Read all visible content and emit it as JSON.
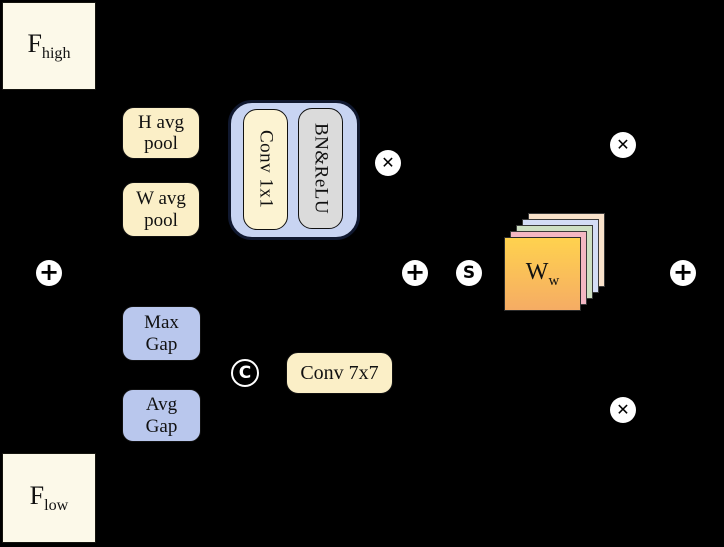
{
  "nodes": {
    "f_high": {
      "base": "F",
      "sub": "high"
    },
    "f_low": {
      "base": "F",
      "sub": "low"
    },
    "h_avg_pool": {
      "line1": "H avg",
      "line2": "pool"
    },
    "w_avg_pool": {
      "line1": "W avg",
      "line2": "pool"
    },
    "conv_1x1": {
      "label": "Conv 1x1"
    },
    "bn_relu": {
      "label": "BN&ReLU"
    },
    "max_gap": {
      "line1": "Max",
      "line2": "Gap"
    },
    "avg_gap": {
      "line1": "Avg",
      "line2": "Gap"
    },
    "conv_7x7": {
      "label": "Conv 7x7"
    },
    "weight_map": {
      "base": "W",
      "sub": "w"
    }
  },
  "operators": [
    {
      "name": "add-input",
      "symbol": "+"
    },
    {
      "name": "multiply-channel",
      "symbol": "✕"
    },
    {
      "name": "multiply-high",
      "symbol": "✕"
    },
    {
      "name": "add-attention",
      "symbol": "+"
    },
    {
      "name": "split",
      "symbol": "S"
    },
    {
      "name": "add-output",
      "symbol": "+"
    },
    {
      "name": "multiply-low",
      "symbol": "✕"
    },
    {
      "name": "concat",
      "symbol": "C"
    }
  ],
  "colors": {
    "canvas": "#000000",
    "ivory": "#FCF9E9",
    "cream": "#FBEFC7",
    "cream-light": "#FCF3D2",
    "gray": "#DBDBDB",
    "periwinkle": "#C8D4F2",
    "periwinkle-border": "#10182F",
    "blue": "#B9C7ED",
    "stack-front-top": "#FFD24E",
    "stack-front-bottom": "#F5AC64",
    "stack-pink": "#F3B7C3",
    "stack-green": "#CEE0C3",
    "stack-lavender": "#D4DDF6",
    "stack-peach": "#F9E2CA"
  }
}
